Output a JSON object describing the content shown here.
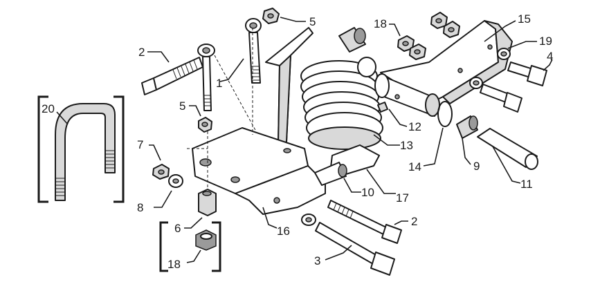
{
  "diagram": {
    "callouts": {
      "c1": "1",
      "c2a": "2",
      "c2b": "2",
      "c3": "3",
      "c4": "4",
      "c5a": "5",
      "c5b": "5",
      "c6": "6",
      "c7": "7",
      "c8": "8",
      "c9": "9",
      "c10": "10",
      "c11": "11",
      "c12": "12",
      "c13": "13",
      "c14": "14",
      "c15": "15",
      "c16": "16",
      "c17": "17",
      "c18a": "18",
      "c18b": "18",
      "c19": "19",
      "c20": "20"
    }
  }
}
